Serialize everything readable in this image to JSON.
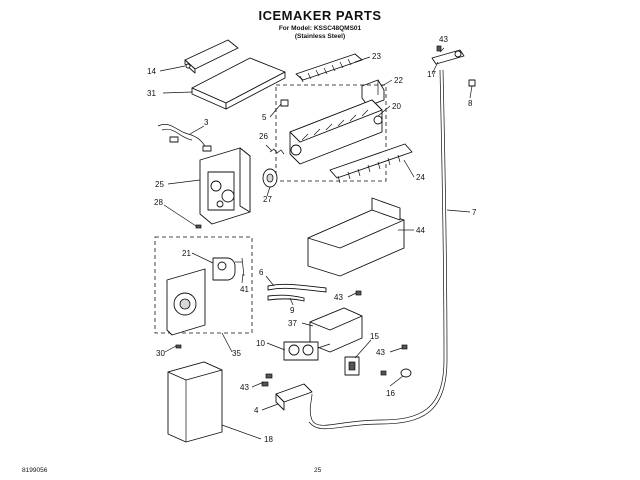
{
  "header": {
    "title": "ICEMAKER PARTS",
    "model_line": "For Model: KSSC48QMS01",
    "finish_line": "(Stainless Steel)"
  },
  "footer": {
    "doc_number": "8199056",
    "page_number": "25"
  },
  "callouts": [
    "14",
    "31",
    "3",
    "25",
    "28",
    "21",
    "41",
    "30",
    "35",
    "23",
    "22",
    "5",
    "20",
    "26",
    "27",
    "24",
    "44",
    "6",
    "9",
    "43",
    "37",
    "10",
    "15",
    "43",
    "16",
    "43",
    "4",
    "18",
    "43",
    "17",
    "8",
    "7"
  ]
}
